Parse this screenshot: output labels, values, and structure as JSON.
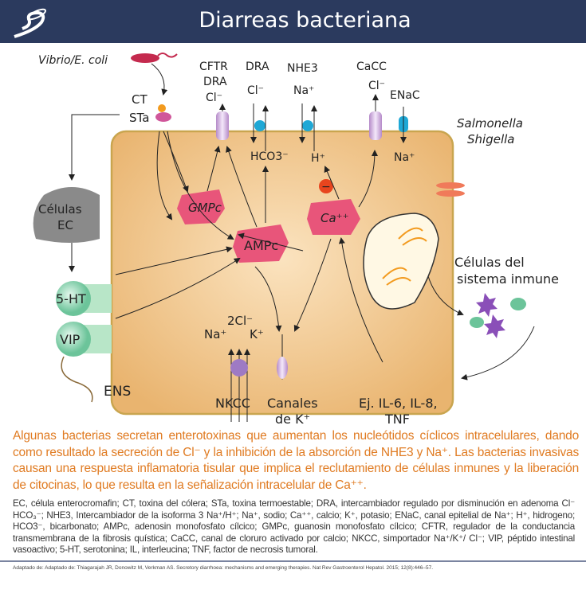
{
  "header": {
    "title": "Diarreas bacteriana",
    "logo": "SE"
  },
  "diagram": {
    "vibrio": "Vibrio/E. coli",
    "ct": "CT",
    "sta": "STa",
    "cftr": "CFTR",
    "dra1": "DRA",
    "cl1": "Cl⁻",
    "dra2": "DRA",
    "cl2": "Cl⁻",
    "nhe3": "NHE3",
    "na1": "Na⁺",
    "cacc": "CaCC",
    "cl3": "Cl⁻",
    "enac": "ENaC",
    "na2": "Na⁺",
    "hco3": "HCO3⁻",
    "h": "H⁺",
    "salmonella": "Salmonella",
    "shigella": "Shigella",
    "celulas_ec_1": "Células",
    "celulas_ec_2": "EC",
    "ht": "5-HT",
    "vip": "VIP",
    "ens": "ENS",
    "gmpc": "GMPc",
    "ampc": "AMPc",
    "ca": "Ca⁺⁺",
    "minus": "−",
    "cl_2": "2Cl⁻",
    "na3": "Na⁺",
    "k": "K⁺",
    "nkcc": "NKCC",
    "canales1": "Canales",
    "canales2": "de K⁺",
    "il1": "Ej. IL-6, IL-8,",
    "il2": "TNF",
    "inmune1": "Células del",
    "inmune2": "sistema inmune"
  },
  "summary": "Algunas bacterias secretan enterotoxinas que aumentan los nucleótidos cíclicos intracelulares, dando como resultado la secreción de Cl⁻ y la inhibición de la absorción de NHE3 y Na⁺. Las bacterias invasivas causan una respuesta inflamatoria tisular que implica el reclutamiento de células inmunes y la liberación de citocinas, lo que resulta en la señalización intracelular de Ca⁺⁺.",
  "glossary": "EC, célula enterocromafin; CT, toxina del cólera; STa, toxina termoestable; DRA, intercambiador regulado por disminución en adenoma Cl⁻ HCO₃⁻; NHE3, Intercambiador de la isoforma 3 Na⁺/H⁺; Na⁺, sodio; Ca⁺⁺, calcio; K⁺, potasio; ENaC, canal epitelial de Na⁺; H⁺, hidrogeno; HCO3⁻, bicarbonato; AMPc, adenosin monofosfato cílcico; GMPc, guanosin monofosfato cílcico; CFTR, regulador de la conductancia transmembrana de la fibrosis quística; CaCC, canal de cloruro activado por calcio; NKCC, simportador Na⁺/K⁺/ Cl⁻; VIP, péptido intestinal vasoactivo; 5-HT, serotonina; IL, interleucina; TNF, factor de necrosis tumoral.",
  "citation": "Adaptado de: Adaptado de: Thiagarajah JR, Donowitz M, Verkman AS. Secretory diarrhoea: mechanisms and emerging therapies. Nat Rev Gastroenterol Hepatol. 2015; 12(8):446–57.",
  "colors": {
    "header": "#2b3a5e",
    "summary": "#e07b22",
    "cell": "#efc48c"
  }
}
